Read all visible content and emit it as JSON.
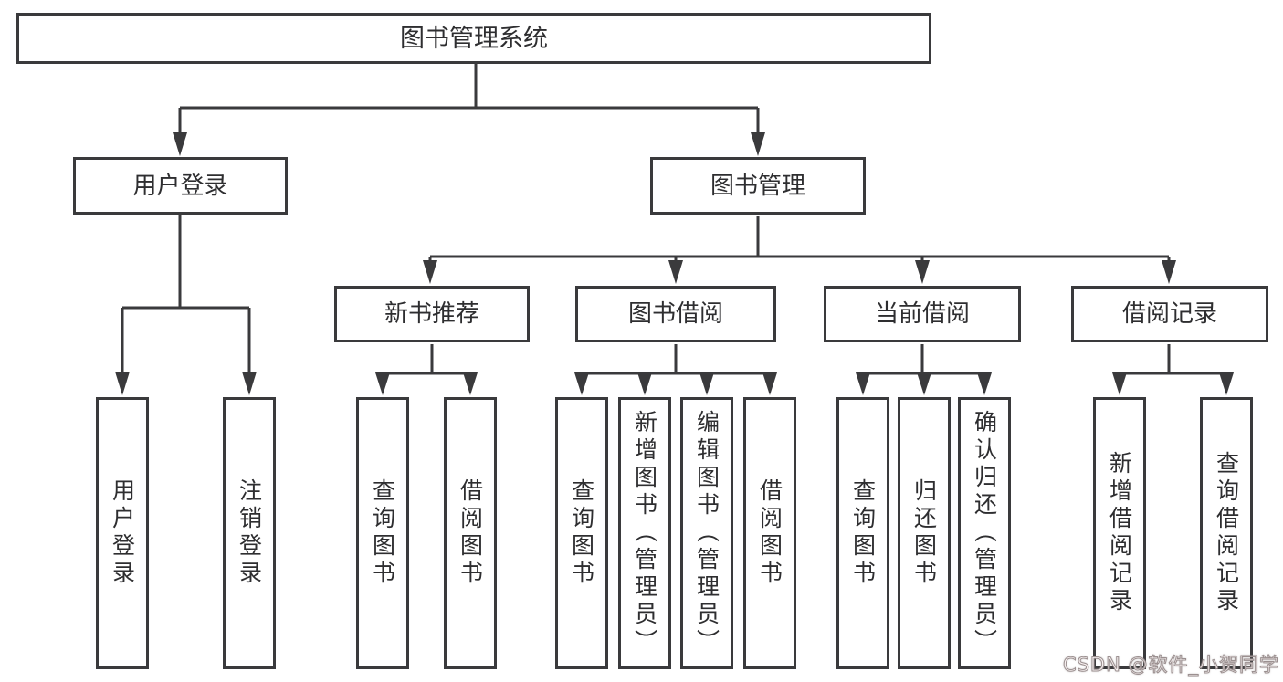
{
  "tree": {
    "root": {
      "label": "图书管理系统"
    },
    "children": [
      {
        "label": "用户登录",
        "children": [
          {
            "label": "用户登录"
          },
          {
            "label": "注销登录"
          }
        ]
      },
      {
        "label": "图书管理",
        "children": [
          {
            "label": "新书推荐",
            "children": [
              {
                "label": "查询图书"
              },
              {
                "label": "借阅图书"
              }
            ]
          },
          {
            "label": "图书借阅",
            "children": [
              {
                "label": "查询图书"
              },
              {
                "label": "新增图书（管理员）"
              },
              {
                "label": "编辑图书（管理员）"
              },
              {
                "label": "借阅图书"
              }
            ]
          },
          {
            "label": "当前借阅",
            "children": [
              {
                "label": "查询图书"
              },
              {
                "label": "归还图书"
              },
              {
                "label": "确认归还（管理员）"
              }
            ]
          },
          {
            "label": "借阅记录",
            "children": [
              {
                "label": "新增借阅记录"
              },
              {
                "label": "查询借阅记录"
              }
            ]
          }
        ]
      }
    ]
  },
  "watermark": {
    "text": "CSDN @软件_小贺同学"
  },
  "colors": {
    "line": "#3a3a3c",
    "text": "#2e2e30",
    "background": "#ffffff"
  }
}
